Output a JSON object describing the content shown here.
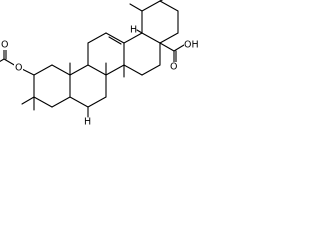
{
  "molecule": {
    "labels": {
      "ring_oxygen": "O",
      "ketone_oxygen": "O",
      "acid_group": "OH",
      "acid_oxygen": "O",
      "hydrogen": "H"
    },
    "colors": {
      "bond": "#000000",
      "text": "#000000",
      "background": "#ffffff"
    }
  }
}
